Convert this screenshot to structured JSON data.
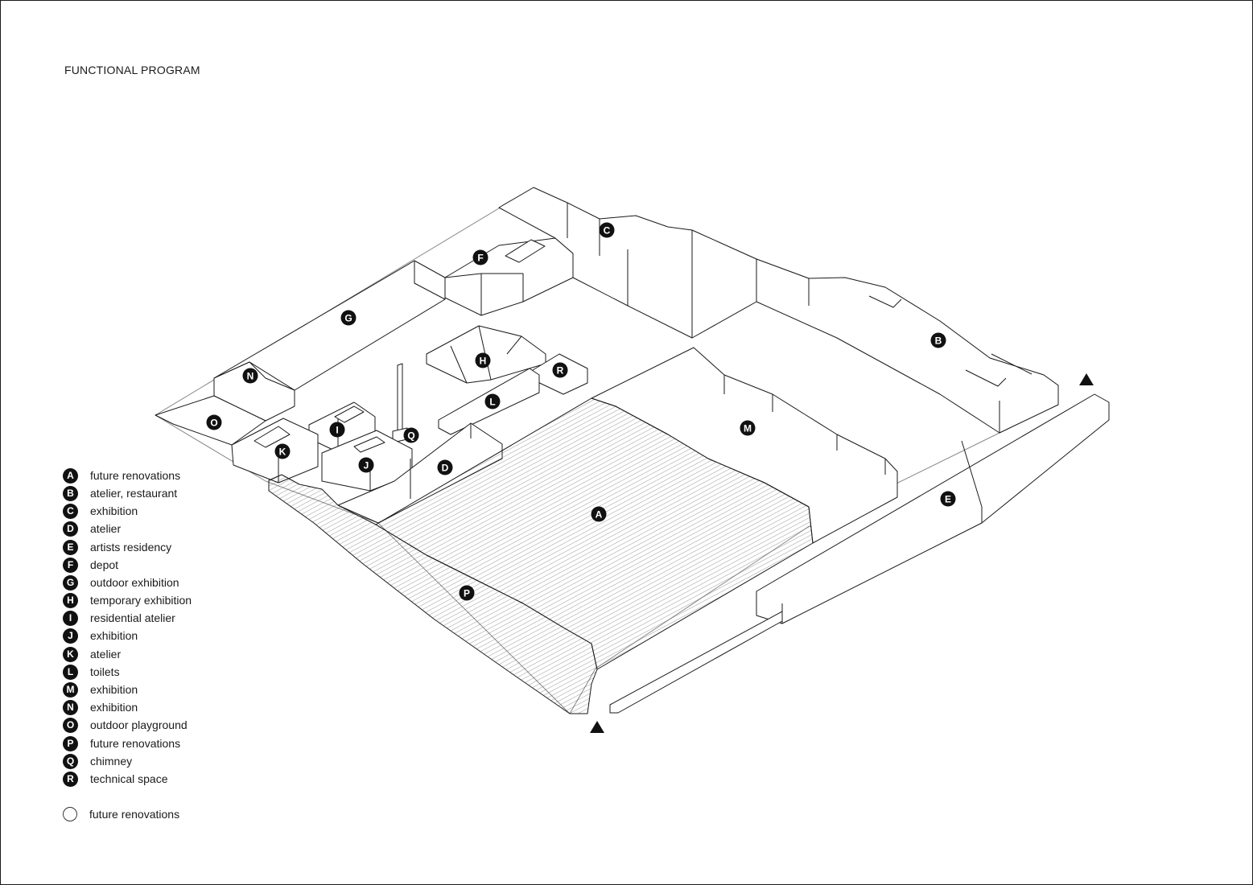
{
  "title": "FUNCTIONAL PROGRAM",
  "legend": [
    {
      "key": "A",
      "text": "future renovations"
    },
    {
      "key": "B",
      "text": "atelier, restaurant"
    },
    {
      "key": "C",
      "text": "exhibition"
    },
    {
      "key": "D",
      "text": "atelier"
    },
    {
      "key": "E",
      "text": "artists residency"
    },
    {
      "key": "F",
      "text": "depot"
    },
    {
      "key": "G",
      "text": "outdoor exhibition"
    },
    {
      "key": "H",
      "text": "temporary exhibition"
    },
    {
      "key": "I",
      "text": "residential atelier"
    },
    {
      "key": "J",
      "text": "exhibition"
    },
    {
      "key": "K",
      "text": "atelier"
    },
    {
      "key": "L",
      "text": "toilets"
    },
    {
      "key": "M",
      "text": "exhibition"
    },
    {
      "key": "N",
      "text": "exhibition"
    },
    {
      "key": "O",
      "text": "outdoor playground"
    },
    {
      "key": "P",
      "text": "future renovations"
    },
    {
      "key": "Q",
      "text": "chimney"
    },
    {
      "key": "R",
      "text": "technical space"
    }
  ],
  "legend_extra": {
    "text": "future renovations"
  },
  "markers": [
    "A",
    "B",
    "C",
    "D",
    "E",
    "F",
    "G",
    "H",
    "I",
    "J",
    "K",
    "L",
    "M",
    "N",
    "O",
    "P",
    "Q",
    "R"
  ]
}
